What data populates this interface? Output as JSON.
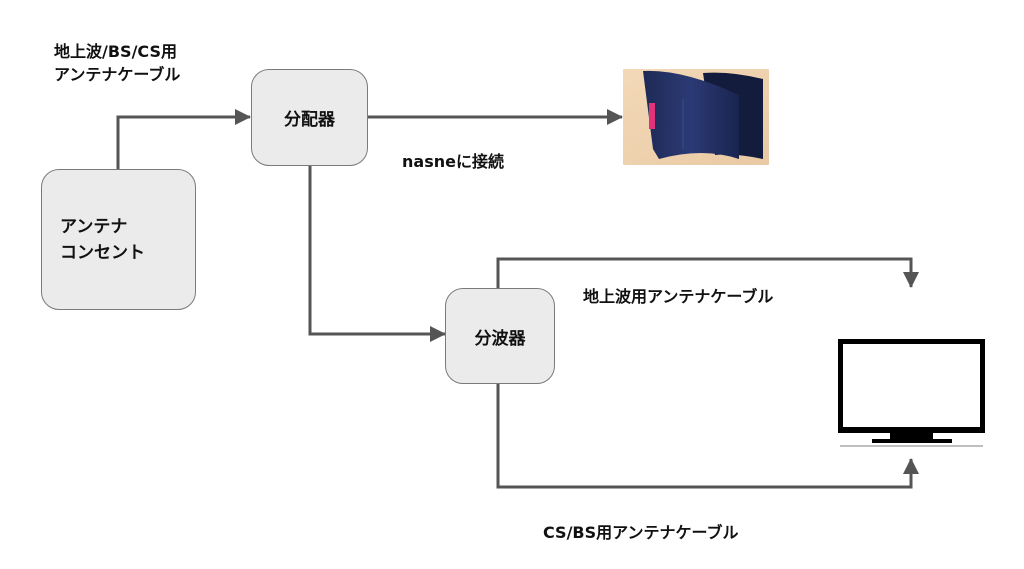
{
  "diagram": {
    "nodes": {
      "splitter": "分配器",
      "separator": "分波器",
      "outlet_line1": "アンテナ",
      "outlet_line2": "コンセント"
    },
    "labels": {
      "input_cable_line1": "地上波/BS/CS用",
      "input_cable_line2": "アンテナケーブル",
      "nasne_connect": "nasneに接続",
      "terrestrial_cable": "地上波用アンテナケーブル",
      "csbs_cable": "CS/BS用アンテナケーブル"
    },
    "images": {
      "nasne": "nasne-device-photo",
      "tv": "tv-monitor-icon"
    },
    "colors": {
      "wire": "#555555",
      "box_fill": "#ebebeb",
      "box_border": "#7a7a7a"
    }
  }
}
